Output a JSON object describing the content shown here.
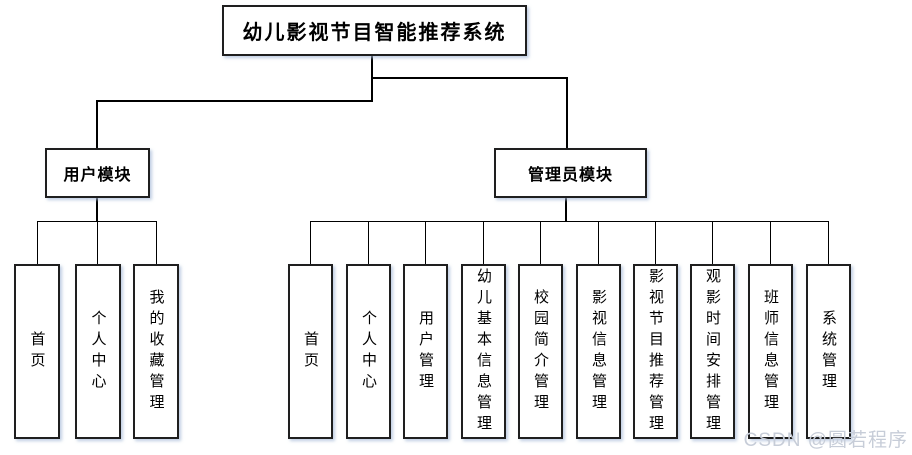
{
  "diagram": {
    "root": {
      "label": "幼儿影视节目智能推荐系统"
    },
    "modules": [
      {
        "label": "用户模块",
        "children": [
          "首页",
          "个人中心",
          "我的收藏管理"
        ]
      },
      {
        "label": "管理员模块",
        "children": [
          "首页",
          "个人中心",
          "用户管理",
          "幼儿基本信息管理",
          "校园简介管理",
          "影视信息管理",
          "影视节目推荐管理",
          "观影时间安排管理",
          "班师信息管理",
          "系统管理"
        ]
      }
    ]
  },
  "watermark": {
    "text": "CSDN @圆若程序"
  },
  "colors": {
    "background": "#ffffff",
    "line": "#000000",
    "box_border": "#1f1f1f",
    "box_fill": "#ffffff",
    "box_shadow": "#a5b9d7",
    "watermark_text": "#c7cdd8"
  }
}
